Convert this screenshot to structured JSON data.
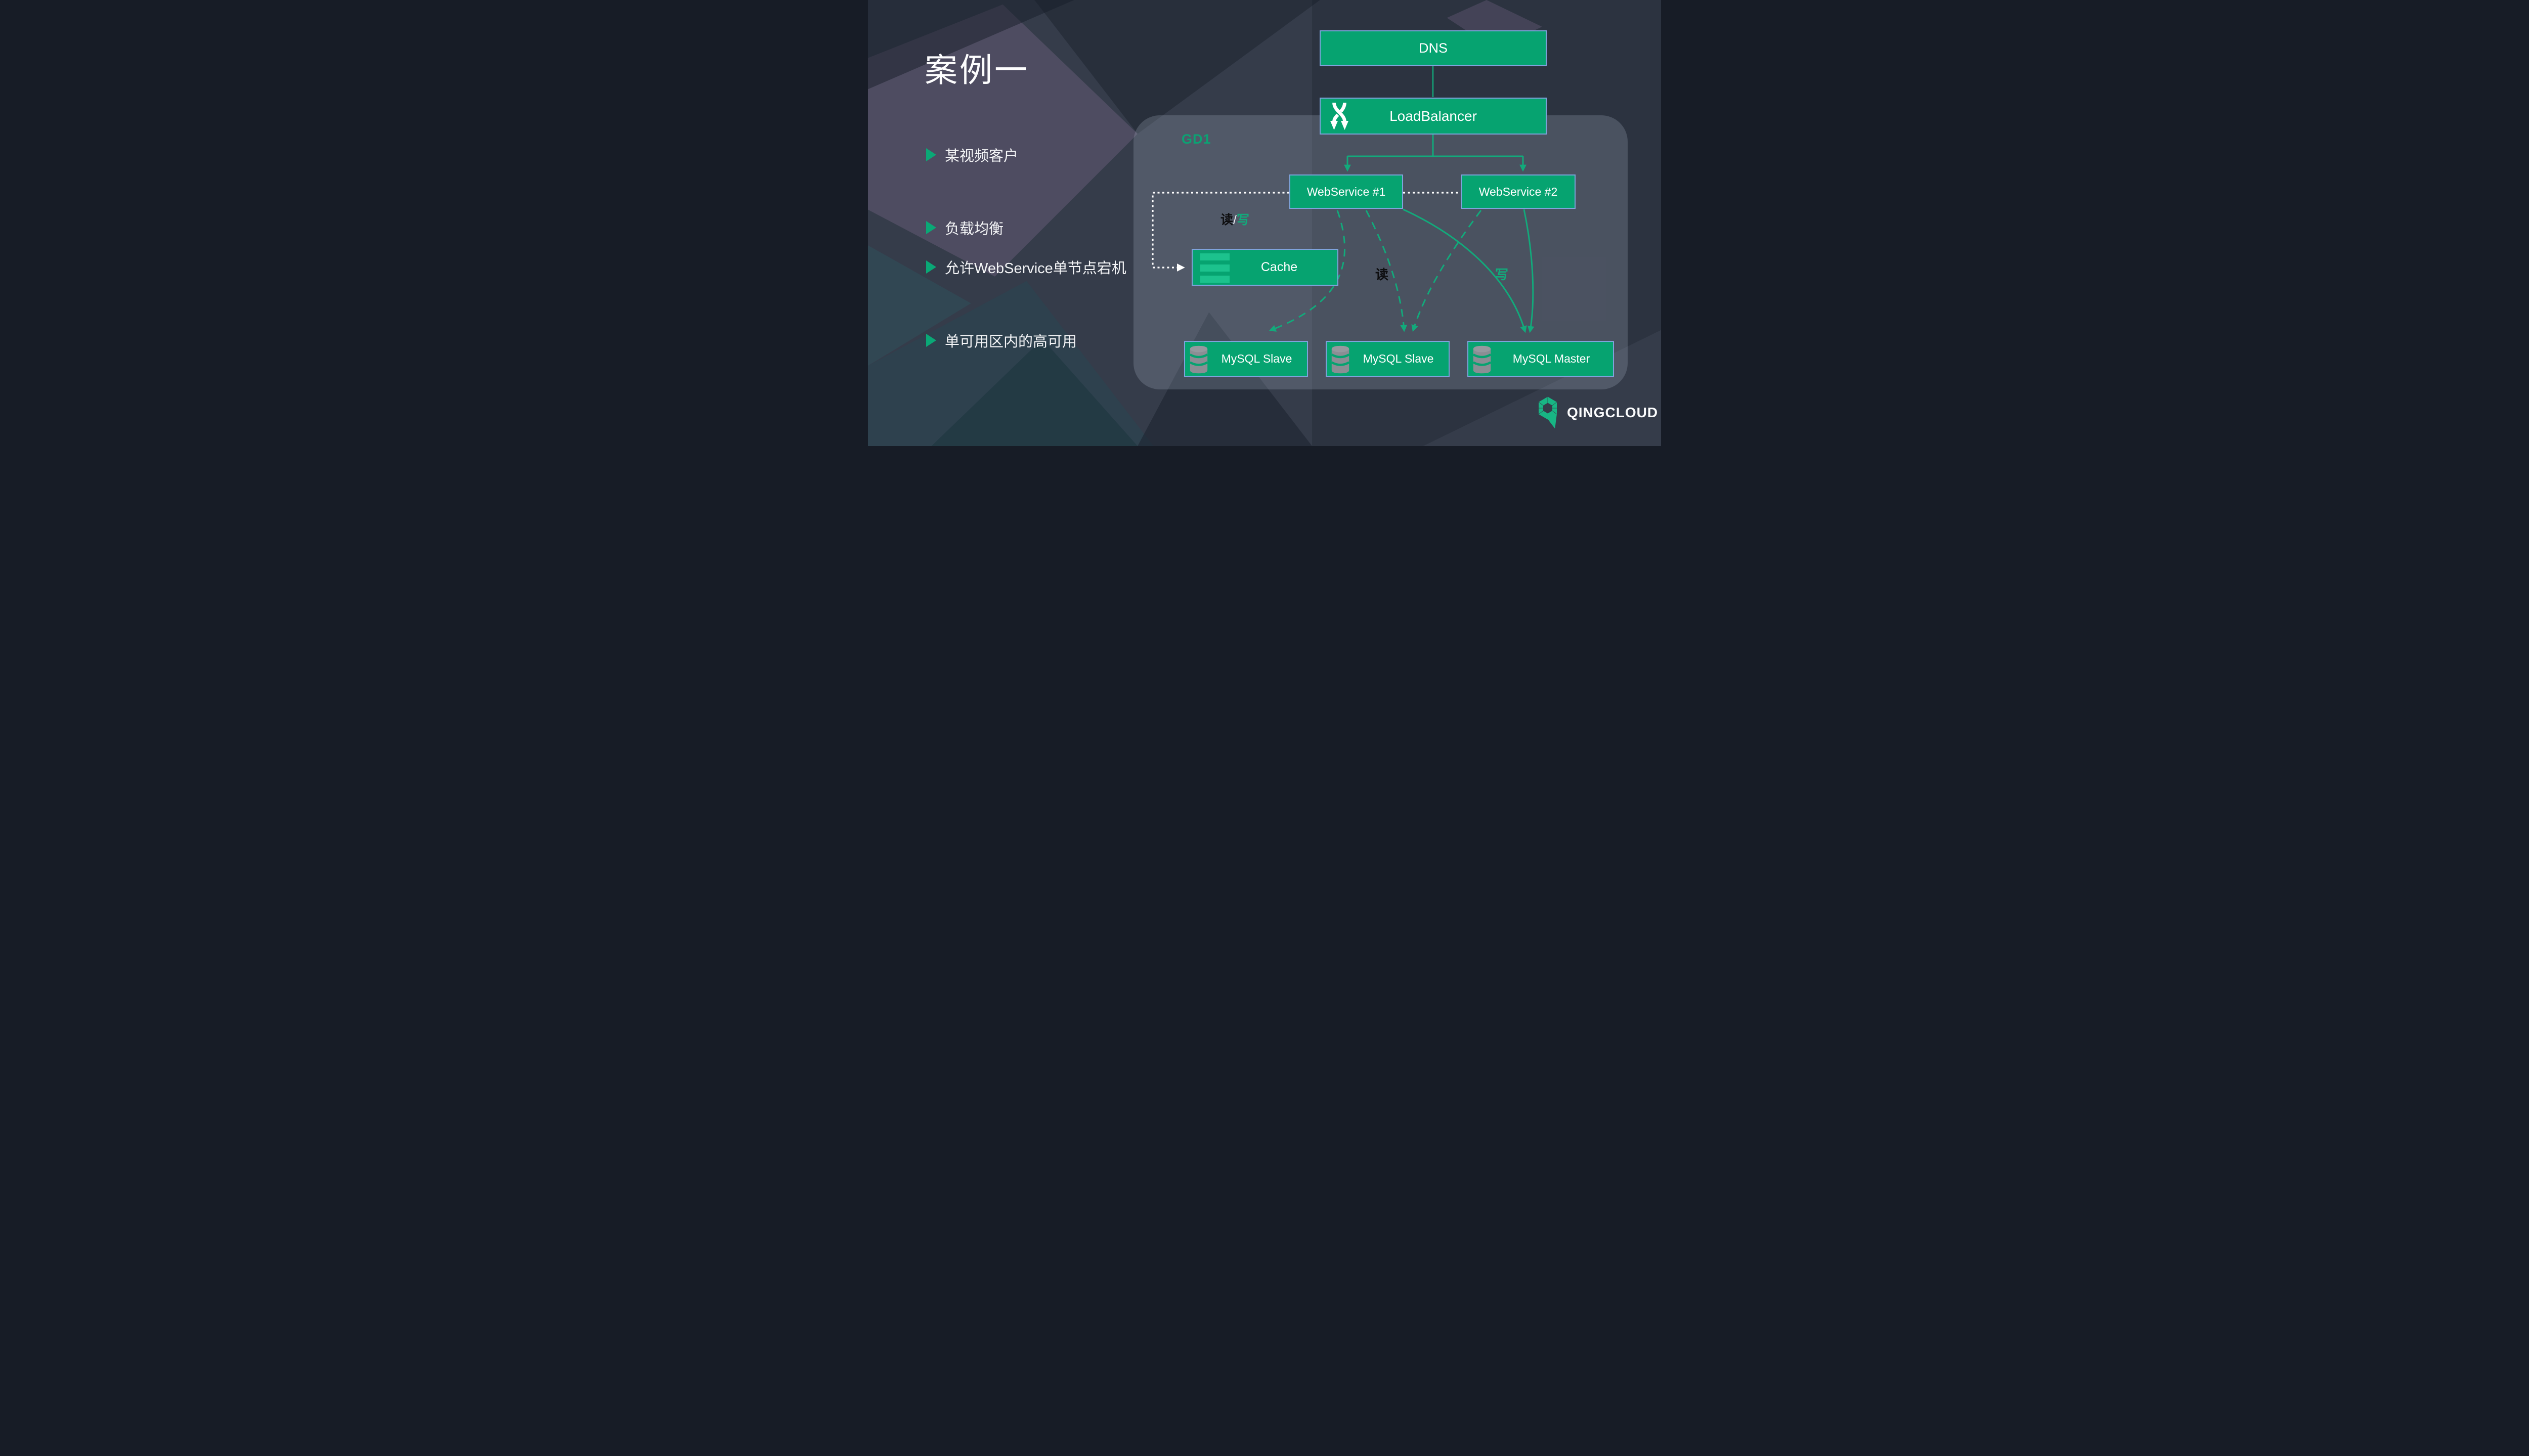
{
  "slide_title": "案例一",
  "bullets": [
    {
      "label": "某视频客户"
    },
    {
      "label": "负载均衡"
    },
    {
      "label": "允许WebService单节点宕机"
    },
    {
      "label": "单可用区内的高可用"
    }
  ],
  "diagram": {
    "zone": {
      "label": "GD1"
    },
    "nodes": {
      "dns": {
        "label": "DNS"
      },
      "load_balancer": {
        "label": "LoadBalancer"
      },
      "web_service_1": {
        "label": "WebService #1"
      },
      "web_service_2": {
        "label": "WebService #2"
      },
      "cache": {
        "label": "Cache"
      },
      "mysql_slave_1": {
        "label": "MySQL Slave"
      },
      "mysql_slave_2": {
        "label": "MySQL Slave"
      },
      "mysql_master": {
        "label": "MySQL Master"
      }
    },
    "edge_labels": {
      "cache_read": "读",
      "cache_separator": "/",
      "cache_write": "写",
      "read": "读",
      "write": "写"
    }
  },
  "footer": {
    "brand": "QINGCLOUD"
  },
  "colors": {
    "node_green": "#06a370",
    "edge_green": "#12aa7b",
    "icon_bar_green": "#1cc28d",
    "box_border": "#7fa3dc",
    "zone_label_green": "#0ba273",
    "read_label_black": "#0e0e10",
    "brand_green": "#18b584",
    "background": "#353c4a"
  }
}
